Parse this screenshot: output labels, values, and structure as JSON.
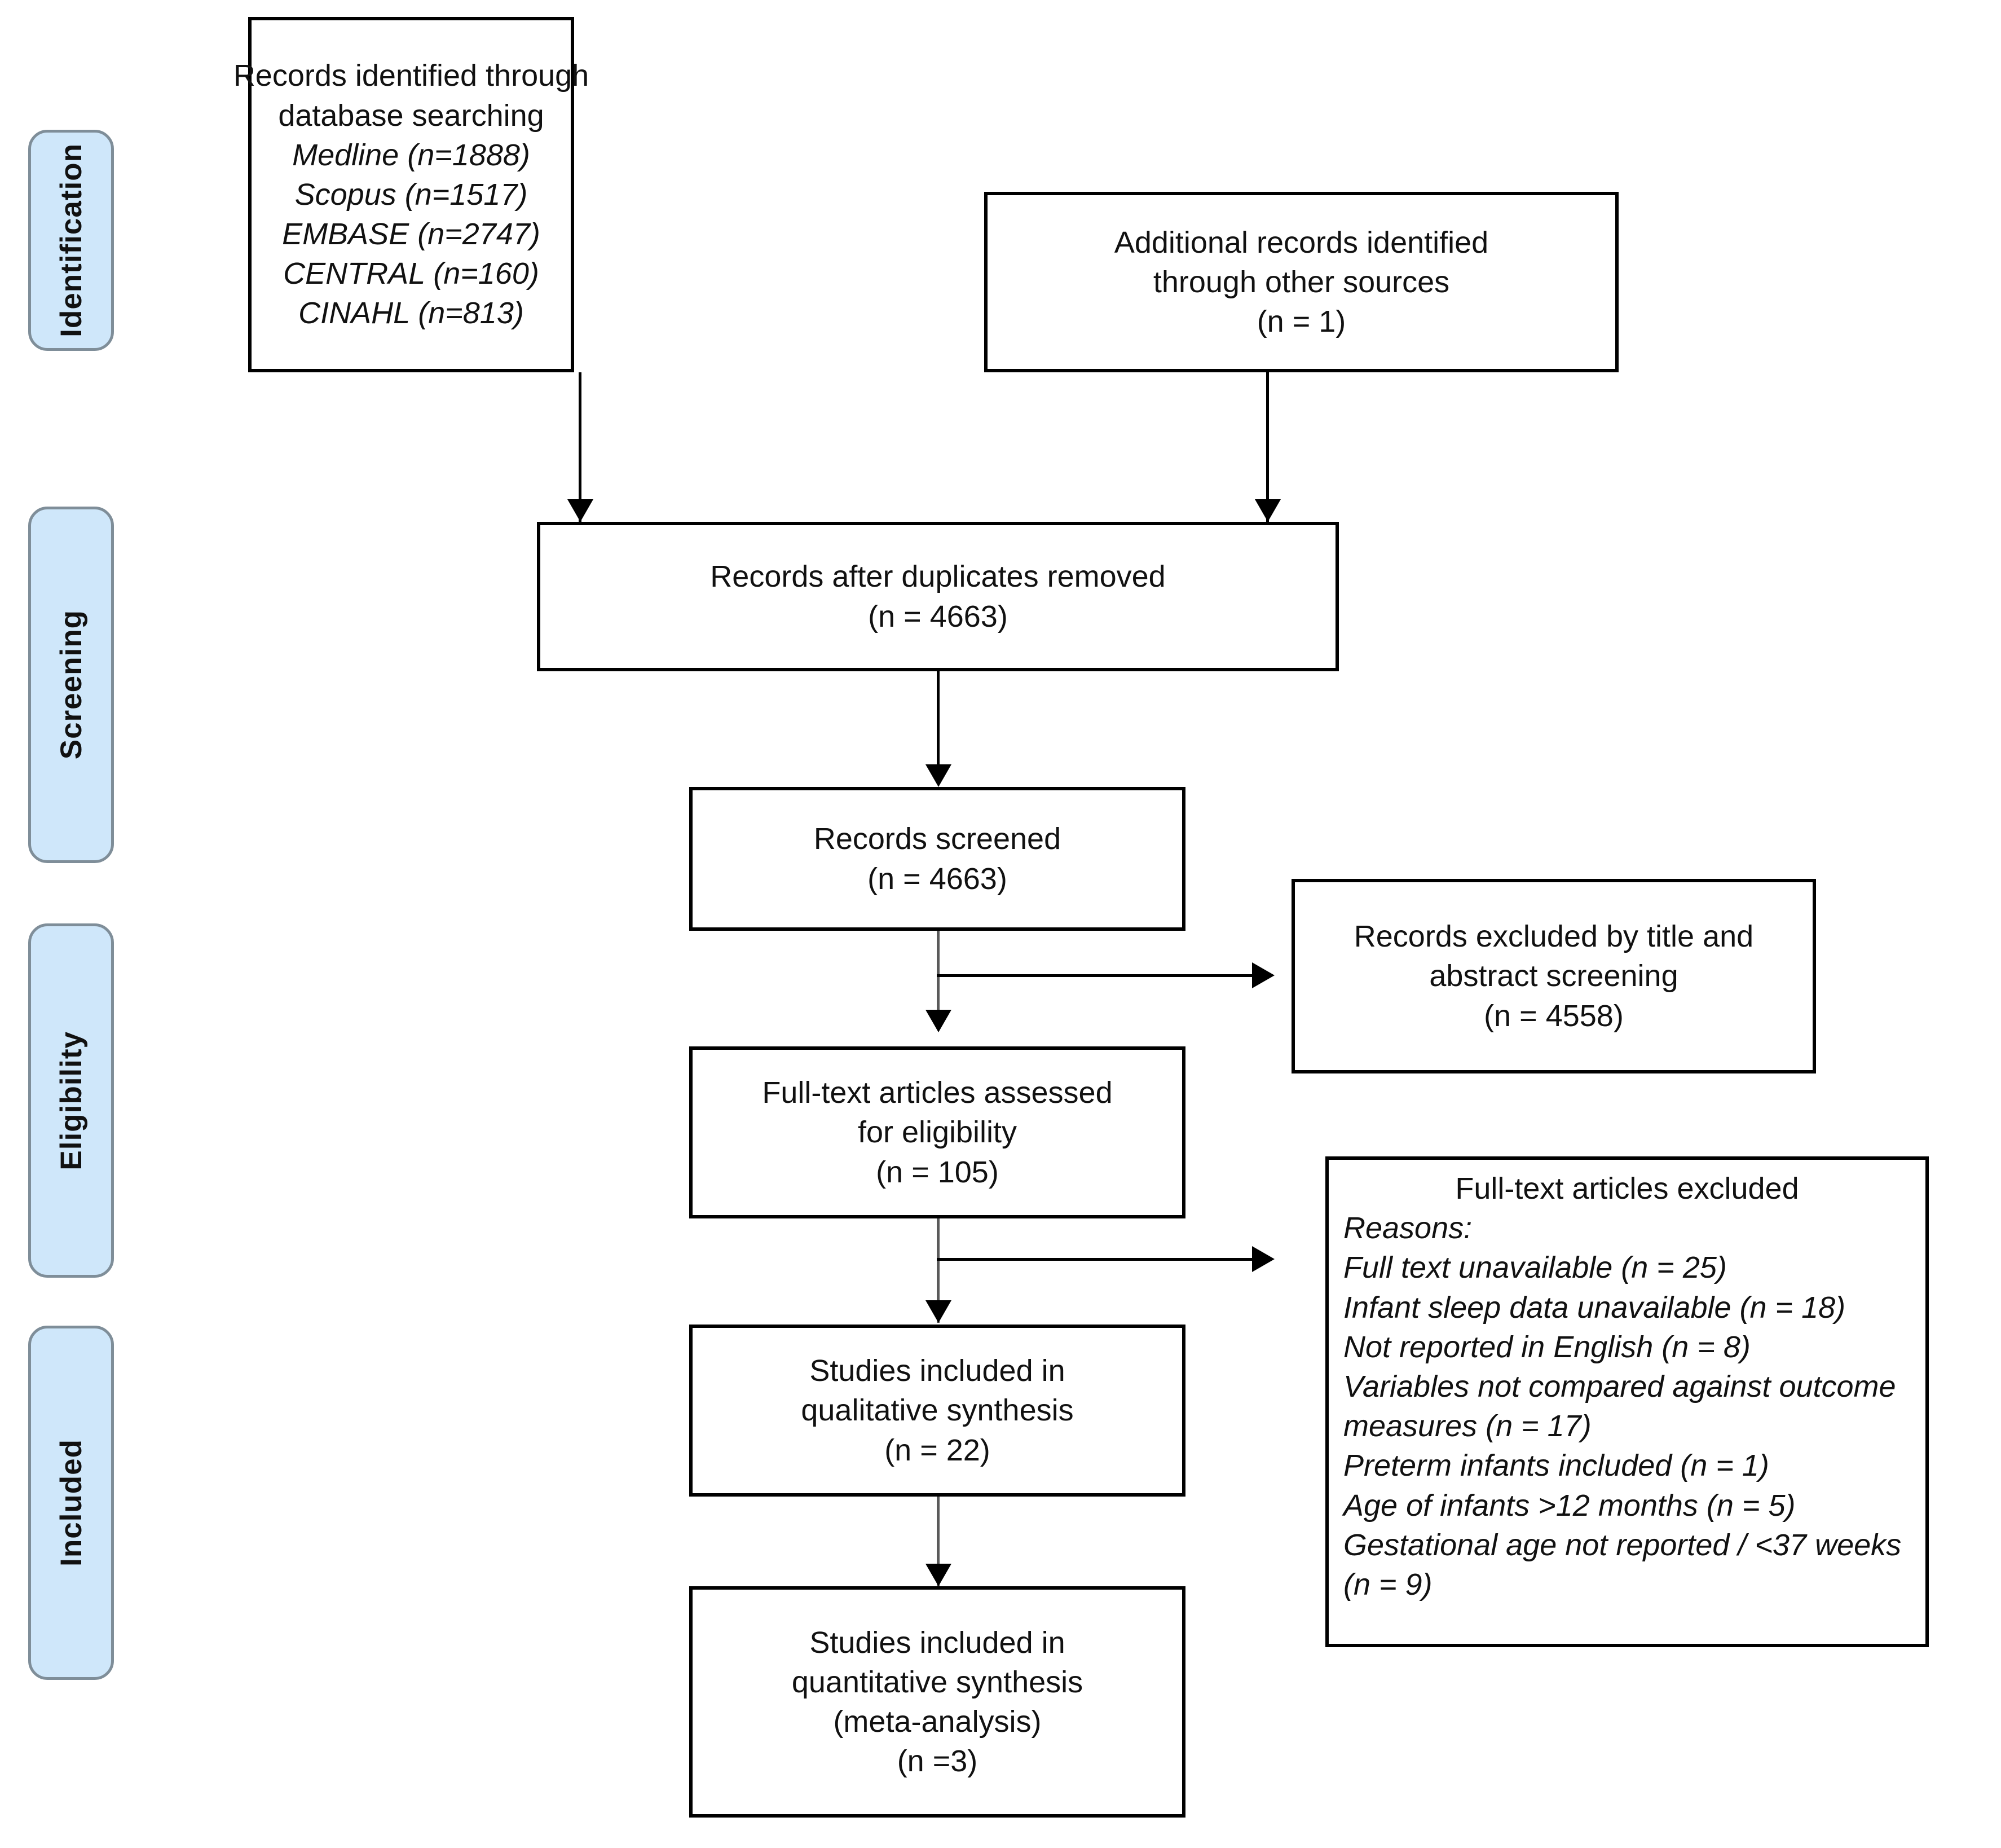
{
  "figure": {
    "type": "prisma-flow-diagram"
  },
  "stages": [
    {
      "id": "identification",
      "label": "Identification"
    },
    {
      "id": "screening",
      "label": "Screening"
    },
    {
      "id": "eligibility",
      "label": "Eligibility"
    },
    {
      "id": "included",
      "label": "Included"
    }
  ],
  "boxes": {
    "database_search": {
      "lines": [
        "Records identified through",
        "database searching"
      ],
      "sources": [
        "Medline (n=1888)",
        "Scopus (n=1517)",
        "EMBASE (n=2747)",
        "CENTRAL (n=160)",
        "CINAHL (n=813)"
      ]
    },
    "other_sources": {
      "line1": "Additional records identified",
      "line2": "through other sources",
      "count": "(n = 1)"
    },
    "duplicates_removed": {
      "line1": "Records after duplicates removed",
      "count": "(n = 4663)"
    },
    "records_screened": {
      "line1": "Records screened",
      "count": "(n = 4663)"
    },
    "records_excluded": {
      "line1": "Records excluded by title and",
      "line2": "abstract screening",
      "count": "(n = 4558)"
    },
    "fulltext_assessed": {
      "line1": "Full-text articles assessed",
      "line2": "for eligibility",
      "count": "(n = 105)"
    },
    "fulltext_excluded": {
      "title": "Full-text articles excluded",
      "reasons_heading": "Reasons:",
      "reasons": [
        "Full text unavailable (n = 25)",
        "Infant sleep data unavailable (n = 18)",
        "Not reported in English (n = 8)",
        "Variables not compared against outcome measures (n = 17)",
        "Preterm infants included (n = 1)",
        "Age of infants >12 months (n = 5)",
        "Gestational age not reported / <37 weeks (n = 9)"
      ]
    },
    "qualitative_synthesis": {
      "line1": "Studies included in",
      "line2": "qualitative synthesis",
      "count": "(n = 22)"
    },
    "quantitative_synthesis": {
      "line1": "Studies included in",
      "line2": "quantitative synthesis",
      "line3": "(meta-analysis)",
      "count": "(n =3)"
    }
  },
  "colors": {
    "stage_tab_fill": "#cfe7fa",
    "stage_tab_border": "#7f8e99",
    "box_border": "#000000",
    "text": "#111111",
    "connector": "#000000"
  }
}
